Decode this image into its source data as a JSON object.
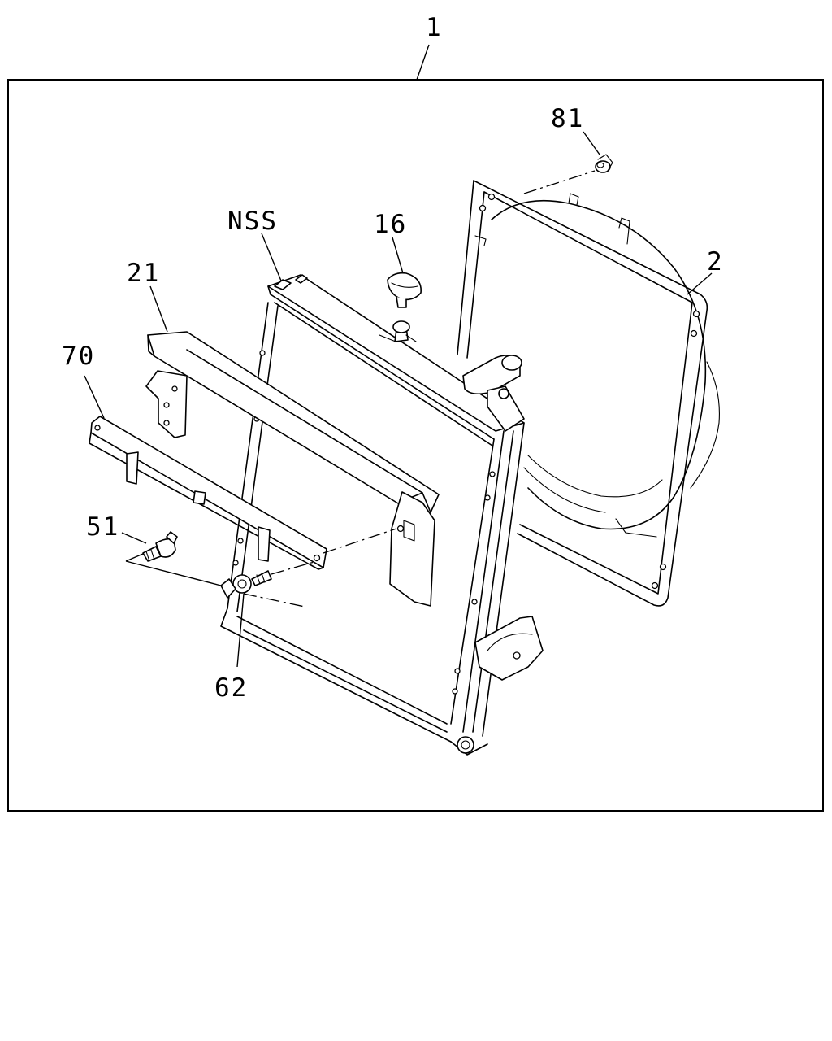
{
  "callouts": {
    "assembly": "1",
    "cap_bolt": "81",
    "fan_shroud": "2",
    "nss": "NSS",
    "radiator_cap": "16",
    "upper_bracket": "21",
    "lower_bracket": "70",
    "screw": "51",
    "bolt": "62"
  }
}
